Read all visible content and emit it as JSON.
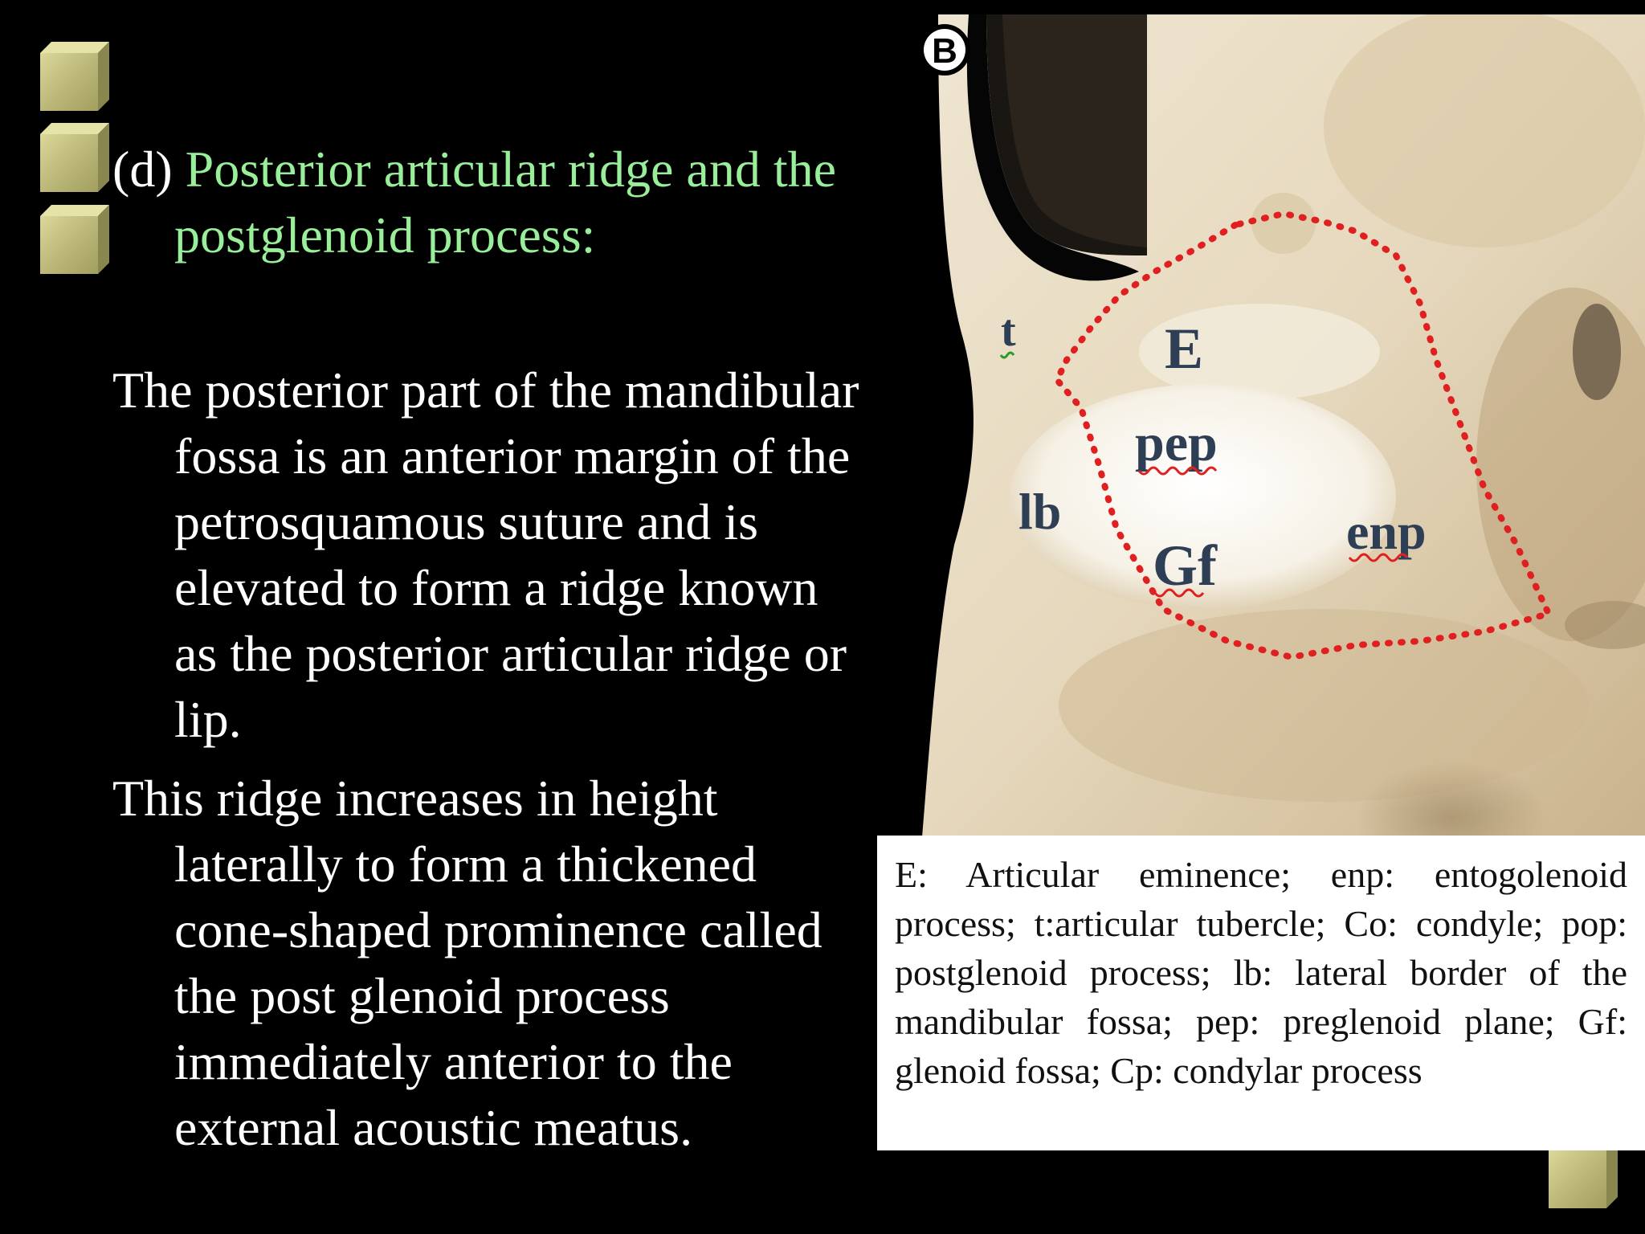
{
  "heading": {
    "prefix": "(d) ",
    "title_line1": "Posterior articular ridge and the",
    "title_line2": "postglenoid process:"
  },
  "paragraph1": {
    "lines": [
      "The posterior part of the mandibular",
      "fossa is an anterior margin of the",
      "petrosquamous suture and is",
      "elevated to form a ridge known",
      "as the posterior articular ridge or",
      "lip."
    ]
  },
  "paragraph2": {
    "lines": [
      "This ridge increases in height",
      "laterally to form a thickened",
      "cone-shaped prominence called",
      "the post glenoid process",
      "immediately anterior to the",
      "external acoustic meatus."
    ]
  },
  "figure": {
    "panel_label": "B",
    "labels": {
      "t": "t",
      "E": "E",
      "pep": "pep",
      "lb": "lb",
      "Gf": "Gf",
      "enp": "enp"
    },
    "dotted_outline_color": "#e02020",
    "label_color": "#2e3f55"
  },
  "legend": {
    "text": "E: Articular eminence; enp: entogolenoid process; t:articular tubercle; Co: condyle; pop: postglenoid process; lb: lateral border of the mandibular fossa; pep: preglenoid plane; Gf: glenoid fossa; Cp: condylar process"
  },
  "colors": {
    "background": "#000000",
    "body_text": "#ffffff",
    "heading_highlight": "#99ee99",
    "bullet_cube": "#c8c47a"
  }
}
